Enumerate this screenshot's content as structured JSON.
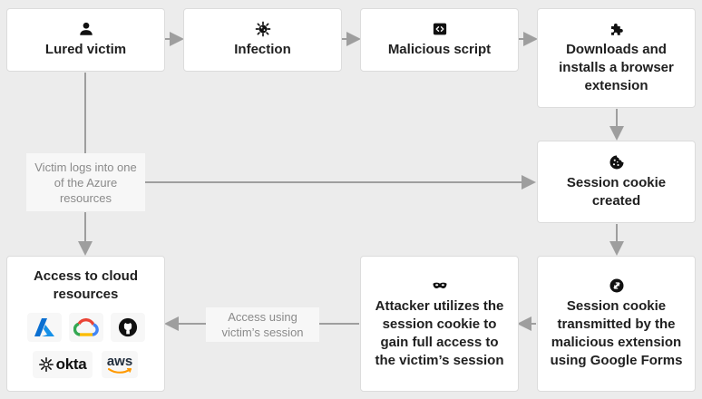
{
  "nodes": {
    "lured_victim": "Lured victim",
    "infection": "Infection",
    "malicious_script": "Malicious script",
    "downloads": "Downloads and installs a browser extension",
    "session_cookie_created": "Session cookie created",
    "transmitted": "Session cookie transmitted by the malicious extension using Google Forms",
    "attacker": "Attacker utilizes the session cookie to gain full access to the victim’s session",
    "cloud": "Access to cloud resources"
  },
  "edge_labels": {
    "azure_login": "Victim logs into one of the Azure resources",
    "access_using": "Access using victim’s session"
  },
  "logos": {
    "okta": "okta",
    "aws": "aws",
    "names": [
      "azure-logo",
      "google-cloud-logo",
      "github-logo",
      "okta-logo",
      "aws-logo"
    ]
  },
  "colors": {
    "arrow": "#9e9e9e",
    "azure": "#0a6fd1",
    "gcp_blue": "#4285f4",
    "gcp_red": "#ea4335",
    "gcp_yellow": "#fbbc04",
    "gcp_green": "#34a853",
    "aws_orange": "#ff9900"
  },
  "icons": [
    "person-icon",
    "virus-icon",
    "code-icon",
    "puzzle-icon",
    "cookie-icon",
    "transfer-icon",
    "mask-icon"
  ]
}
